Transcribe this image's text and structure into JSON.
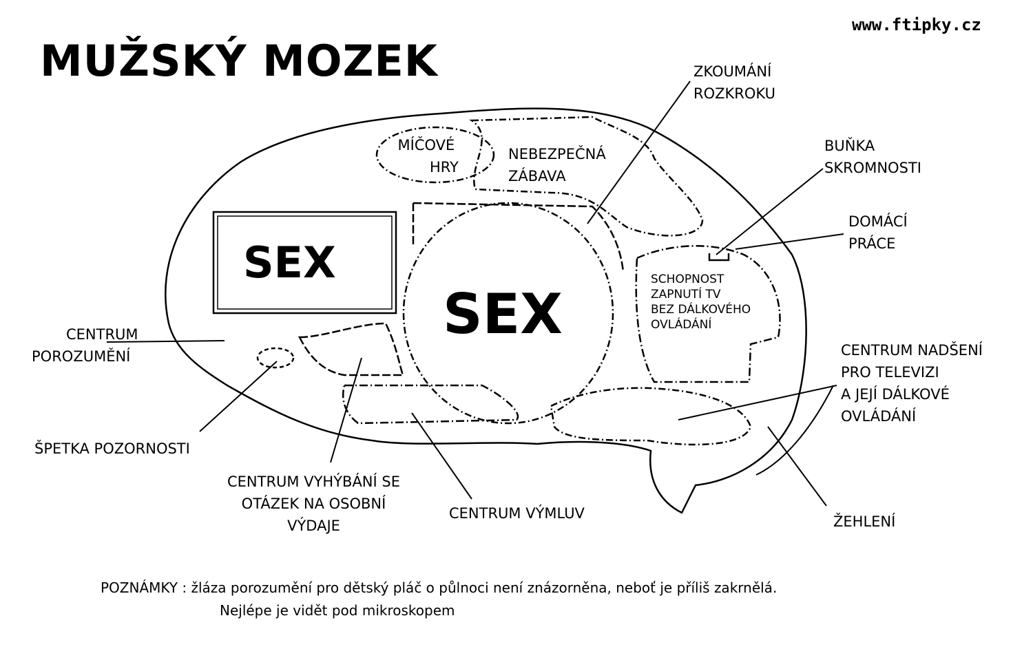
{
  "title": "MUŽSKÝ MOZEK",
  "website": "www.ftipky.cz",
  "regions": {
    "sex_box": "SEX",
    "sex_center": "SEX",
    "micove_hry": [
      "MÍČOVÉ",
      "HRY"
    ],
    "nebezpecna_zabava": [
      "NEBEZPEČNÁ",
      "ZÁBAVA"
    ],
    "zkoumani_rozkroku": [
      "ZKOUMÁNÍ",
      "ROZKROKU"
    ],
    "bunka_skromnosti": [
      "BUŇKA",
      "SKROMNOSTI"
    ],
    "domaci_prace": [
      "DOMÁCÍ",
      "PRÁCE"
    ],
    "schopnost_tv": [
      "SCHOPNOST",
      "ZAPNUTÍ TV",
      "BEZ DÁLKOVÉHO",
      "OVLÁDÁNÍ"
    ],
    "centrum_porozumeni": [
      "CENTRUM",
      "POROZUMĚNÍ"
    ],
    "centrum_nadseni": [
      "CENTRUM NADŠENÍ",
      "PRO TELEVIZI",
      "A JEJÍ DÁLKOVÉ",
      "OVLÁDÁNÍ"
    ],
    "spetka_pozornosti": "ŠPETKA POZORNOSTI",
    "centrum_vyhybani": [
      "CENTRUM VYHÝBÁNÍ SE",
      "OTÁZEK NA OSOBNÍ",
      "VÝDAJE"
    ],
    "centrum_vymluv": "CENTRUM VÝMLUV",
    "zehleni": "ŽEHLENÍ"
  },
  "notes": {
    "label": "POZNÁMKY :",
    "line1": "žláza porozumění pro dětský pláč o půlnoci není znázorněna, neboť je příliš zakrnělá.",
    "line2": "Nejlépe je vidět pod mikroskopem"
  }
}
